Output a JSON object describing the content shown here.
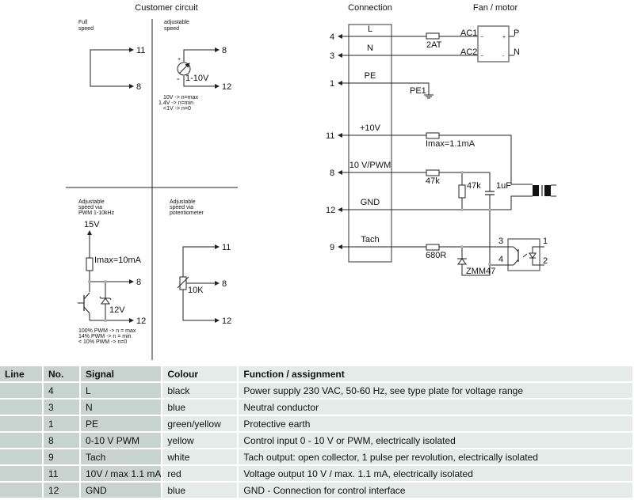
{
  "customer_circuit": {
    "title": "Customer circuit",
    "full_speed": {
      "label_line1": "Full",
      "label_line2": "speed",
      "terminals": [
        "11",
        "8"
      ]
    },
    "adjustable_speed": {
      "label_line1": "adjustable",
      "label_line2": "speed",
      "source_label": "1-10V",
      "plus": "+",
      "minus": "-",
      "terminals": [
        "8",
        "12"
      ],
      "notes": [
        "10V -> n=max",
        "1.4V  -> n=min",
        "<1V -> n=0"
      ]
    },
    "pwm": {
      "label_line1": "Adjustable",
      "label_line2": "speed via",
      "label_line3": "PWM 1-10kHz",
      "supply": "15V",
      "resistor": "Imax=10mA",
      "zener": "12V",
      "terminals": [
        "8",
        "12"
      ],
      "notes": [
        "100% PWM -> n = max",
        "14% PWM -> n = min",
        "< 10% PWM -> n=0"
      ]
    },
    "potentiometer": {
      "label_line1": "Adjustable",
      "label_line2": "speed via",
      "label_line3": "potentiometer",
      "value": "10K",
      "terminals": [
        "11",
        "8",
        "12"
      ]
    }
  },
  "connection": {
    "title": "Connection",
    "pins": [
      {
        "no": "4",
        "name": "L"
      },
      {
        "no": "3",
        "name": "N"
      },
      {
        "no": "1",
        "name": "PE"
      },
      {
        "no": "11",
        "name": "+10V"
      },
      {
        "no": "8",
        "name": "10 V/PWM"
      },
      {
        "no": "12",
        "name": "GND"
      },
      {
        "no": "9",
        "name": "Tach"
      }
    ],
    "components": {
      "fuse": "2AT",
      "earth": "PE1",
      "r_10v": "Imax=1.1mA",
      "r_in": "47k",
      "r_shunt": "47k",
      "cap": "1uF",
      "r_tach": "680R",
      "zener": "ZMM47"
    }
  },
  "fan_motor": {
    "title": "Fan / motor",
    "inputs": [
      "AC1",
      "AC2"
    ],
    "outputs": [
      "P",
      "N"
    ],
    "rect_marks": [
      "~",
      "+",
      "~",
      "-"
    ],
    "opto_pins": [
      "3",
      "4",
      "1",
      "2"
    ]
  },
  "table": {
    "headers": [
      "Line",
      "No.",
      "Signal",
      "Colour",
      "Function / assignment"
    ],
    "rows": [
      {
        "line": "",
        "no": "4",
        "signal": "L",
        "colour": "black",
        "function": "Power supply 230 VAC, 50-60 Hz, see type plate for voltage range"
      },
      {
        "line": "",
        "no": "3",
        "signal": "N",
        "colour": "blue",
        "function": "Neutral conductor"
      },
      {
        "line": "",
        "no": "1",
        "signal": "PE",
        "colour": "green/yellow",
        "function": "Protective earth"
      },
      {
        "line": "",
        "no": "8",
        "signal": "0-10 V PWM",
        "colour": "yellow",
        "function": "Control input 0 - 10 V or PWM, electrically isolated"
      },
      {
        "line": "",
        "no": "9",
        "signal": "Tach",
        "colour": "white",
        "function": "Tach output: open collector, 1 pulse per revolution, electrically isolated"
      },
      {
        "line": "",
        "no": "11",
        "signal": "10V / max 1.1 mA",
        "colour": "red",
        "function": "Voltage output 10 V / max. 1.1 mA, electrically isolated"
      },
      {
        "line": "",
        "no": "12",
        "signal": "GND",
        "colour": "blue",
        "function": "GND - Connection for control interface"
      }
    ]
  }
}
